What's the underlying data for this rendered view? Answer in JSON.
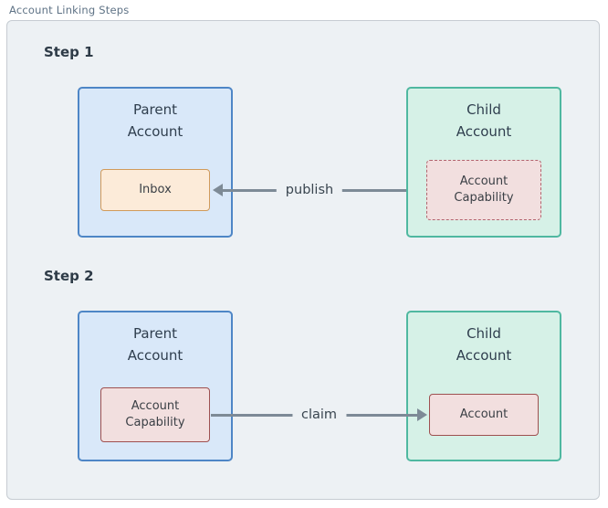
{
  "diagram": {
    "title": "Account Linking Steps",
    "steps": [
      {
        "label": "Step 1",
        "parent": {
          "title": "Parent Account",
          "inner_label": "Inbox"
        },
        "child": {
          "title": "Child Account",
          "inner_label": "Account Capability"
        },
        "arrow": {
          "label": "publish",
          "direction": "left"
        }
      },
      {
        "label": "Step 2",
        "parent": {
          "title": "Parent Account",
          "inner_label": "Account Capability"
        },
        "child": {
          "title": "Child Account",
          "inner_label": "Account"
        },
        "arrow": {
          "label": "claim",
          "direction": "right"
        }
      }
    ],
    "colors": {
      "panel_bg": "#edf1f4",
      "panel_border": "#c6ccd2",
      "parent_fill": "#d9e8f9",
      "parent_border": "#4e86c6",
      "child_fill": "#d6f1e7",
      "child_border": "#4fb8a0",
      "inbox_fill": "#fcebd9",
      "inbox_border": "#d09a5b",
      "capability_fill": "#f2dfdf",
      "capability_border": "#9e5050",
      "capability_dashed_border": "#b2646e",
      "arrow": "#7d8a96"
    }
  }
}
